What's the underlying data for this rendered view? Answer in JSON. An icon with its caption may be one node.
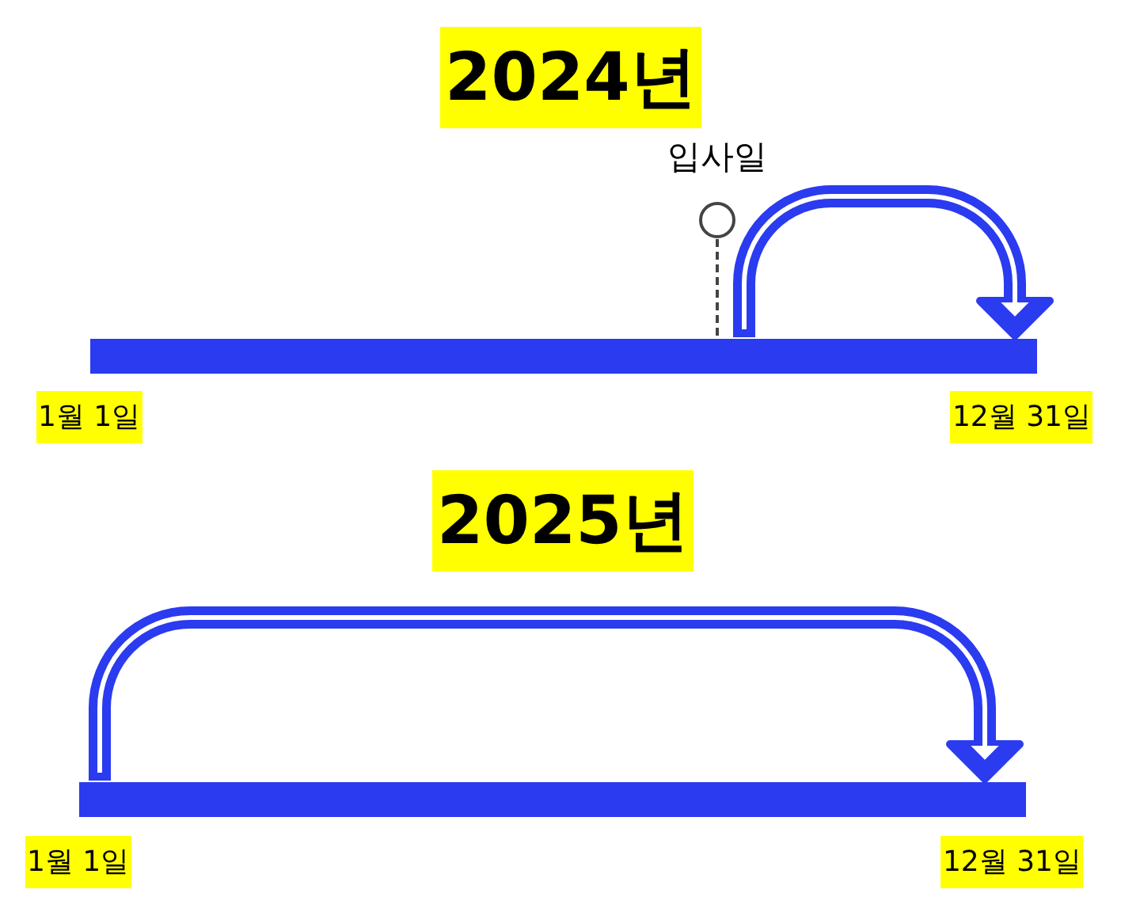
{
  "diagram": {
    "nodes": [
      {
        "text": [
          "입사일"
        ]
      },
      {
        "text": [],
        "shape": "bar",
        "beside": [
          "1월 1일",
          "12월 31일"
        ]
      },
      {
        "text": [],
        "shape": "bar",
        "beside": [
          "1월 1일",
          "12월 31일"
        ]
      }
    ],
    "edges": [
      {
        "from": 0,
        "to": 1,
        "arrow": "none",
        "style": "dashed",
        "color": "#444444"
      },
      {
        "from": 1,
        "to": 1,
        "arrow": "to"
      },
      {
        "from": 2,
        "to": 2,
        "arrow": "to"
      }
    ],
    "labels": [
      "2024년",
      "2025년"
    ]
  }
}
